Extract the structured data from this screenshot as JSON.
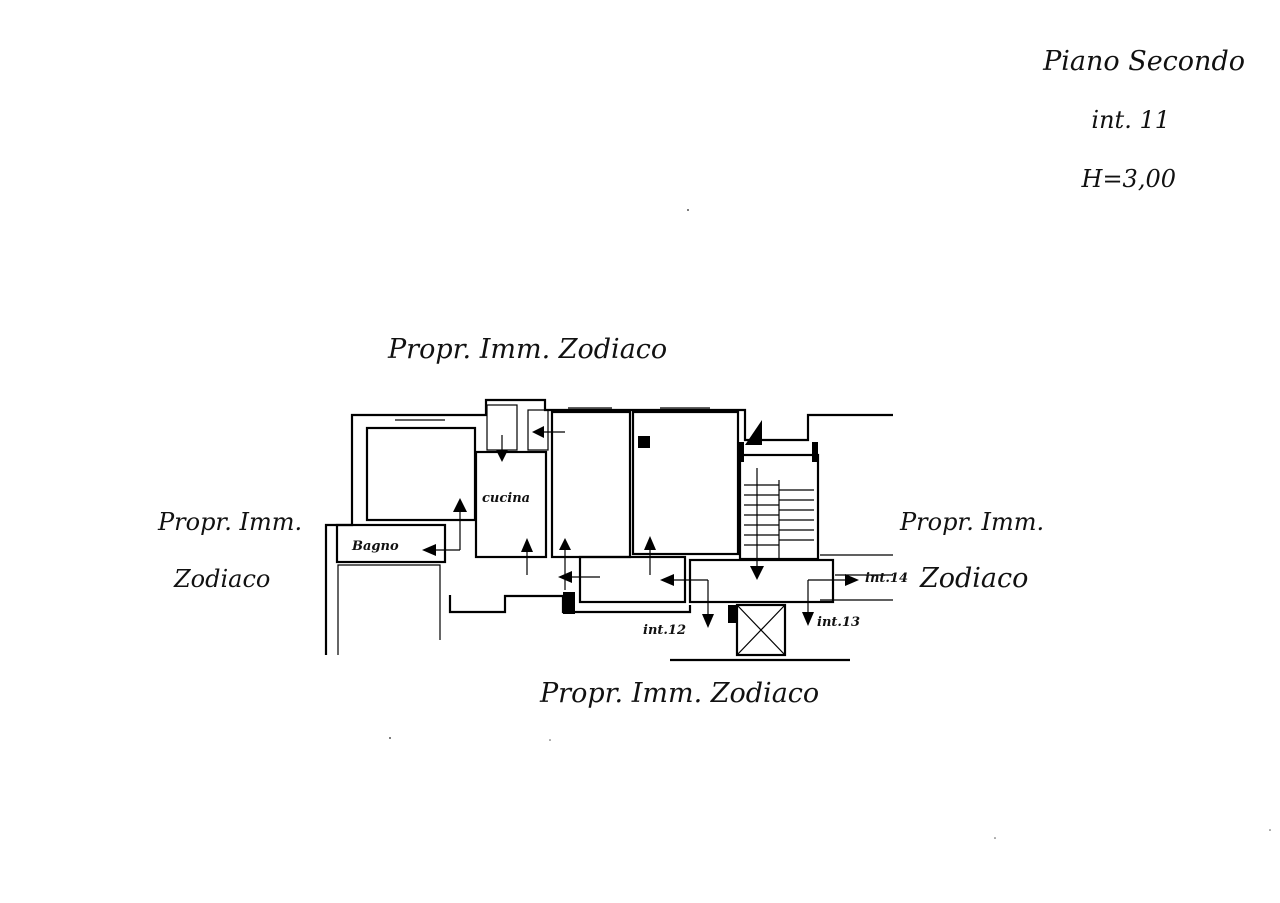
{
  "title_block": {
    "floor": "Piano Secondo",
    "unit": "int. 11",
    "height": "H=3,00"
  },
  "neighbors": {
    "top": "Propr. Imm. Zodiaco",
    "left_line1": "Propr. Imm.",
    "left_line2": "Zodiaco",
    "right_line1": "Propr. Imm.",
    "right_line2": "Zodiaco",
    "bottom": "Propr. Imm. Zodiaco"
  },
  "rooms": {
    "kitchen": "cucina",
    "bathroom": "Bagno"
  },
  "adjacent_units": {
    "unit_12": "int.12",
    "unit_13": "int.13",
    "unit_14": "int.14"
  }
}
